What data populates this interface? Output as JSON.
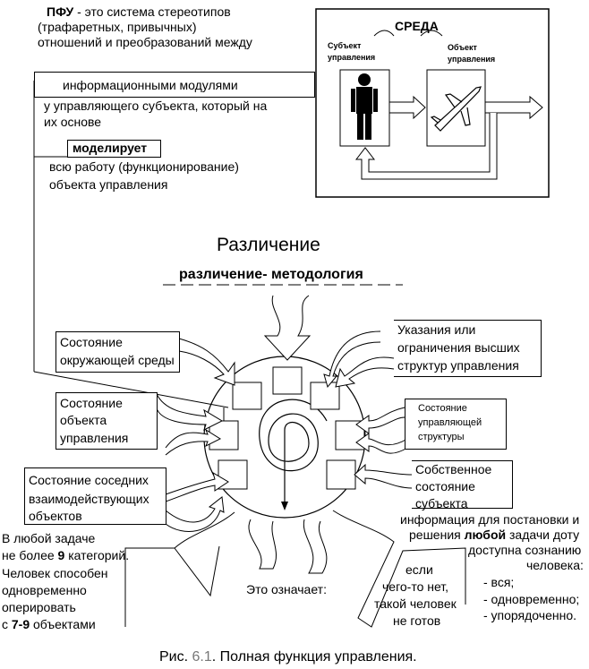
{
  "intro": {
    "line1_bold": "ПФУ",
    "line1_rest": " - это система стереотипов",
    "line2": "(трафаретных, привычных)",
    "line3": "отношений и преобразований между",
    "box_modules": "информационными модулями",
    "line4": "у управляющего субъекта, который на",
    "line5": "их основе",
    "box_models": "моделирует",
    "line6": "всю работу (функционирование)",
    "line7": "объекта управления"
  },
  "env_diagram": {
    "title": "СРЕДА",
    "subject_label_1": "Субъект",
    "subject_label_2": "управления",
    "object_label_1": "Объект",
    "object_label_2": "управления",
    "subject_icon": "person-icon",
    "object_icon": "airplane-icon"
  },
  "heading": "Различение",
  "subheading": "различение- методология",
  "left_boxes": {
    "env_state_1": "Состояние",
    "env_state_2": "окружающей среды",
    "obj_state_1": "Состояние",
    "obj_state_2": "объекта",
    "obj_state_3": "управления",
    "neighbors_1": "Состояние соседних",
    "neighbors_2": "взаимодействующих",
    "neighbors_3": "объектов"
  },
  "right_boxes": {
    "higher_1": "Указания или",
    "higher_2": "ограничения высших",
    "higher_3": "структур управления",
    "ctrl_1": "Состояние",
    "ctrl_2": "управляющей",
    "ctrl_3": "структуры",
    "own_1": "Собственное",
    "own_2": "состояние",
    "own_3": "субъекта"
  },
  "bottom_left": {
    "l1": "В любой задаче",
    "l2_a": "не более ",
    "l2_b": "9",
    "l2_c": " категорий.",
    "l3": "Человек способен",
    "l4": "одновременно",
    "l5": "оперировать",
    "l6_a": "с ",
    "l6_b": "7-9",
    "l6_c": " объектами"
  },
  "bottom_right": {
    "l1": "информация для постановки и",
    "l2_a": "решения ",
    "l2_b": "любой",
    "l2_c": " задачи доту",
    "l3": "доступна сознанию",
    "l4": "человека:",
    "l5": "- вся;",
    "l6": "- одновременно;",
    "l7": "- упорядоченно."
  },
  "bottom_center": {
    "means": "Это означает:",
    "n1": "если",
    "n2": "чего-то нет,",
    "n3": "такой человек",
    "n4": "не готов"
  },
  "caption_a": "Рис. ",
  "caption_num": "6.1",
  "caption_b": ". Полная функция управления."
}
